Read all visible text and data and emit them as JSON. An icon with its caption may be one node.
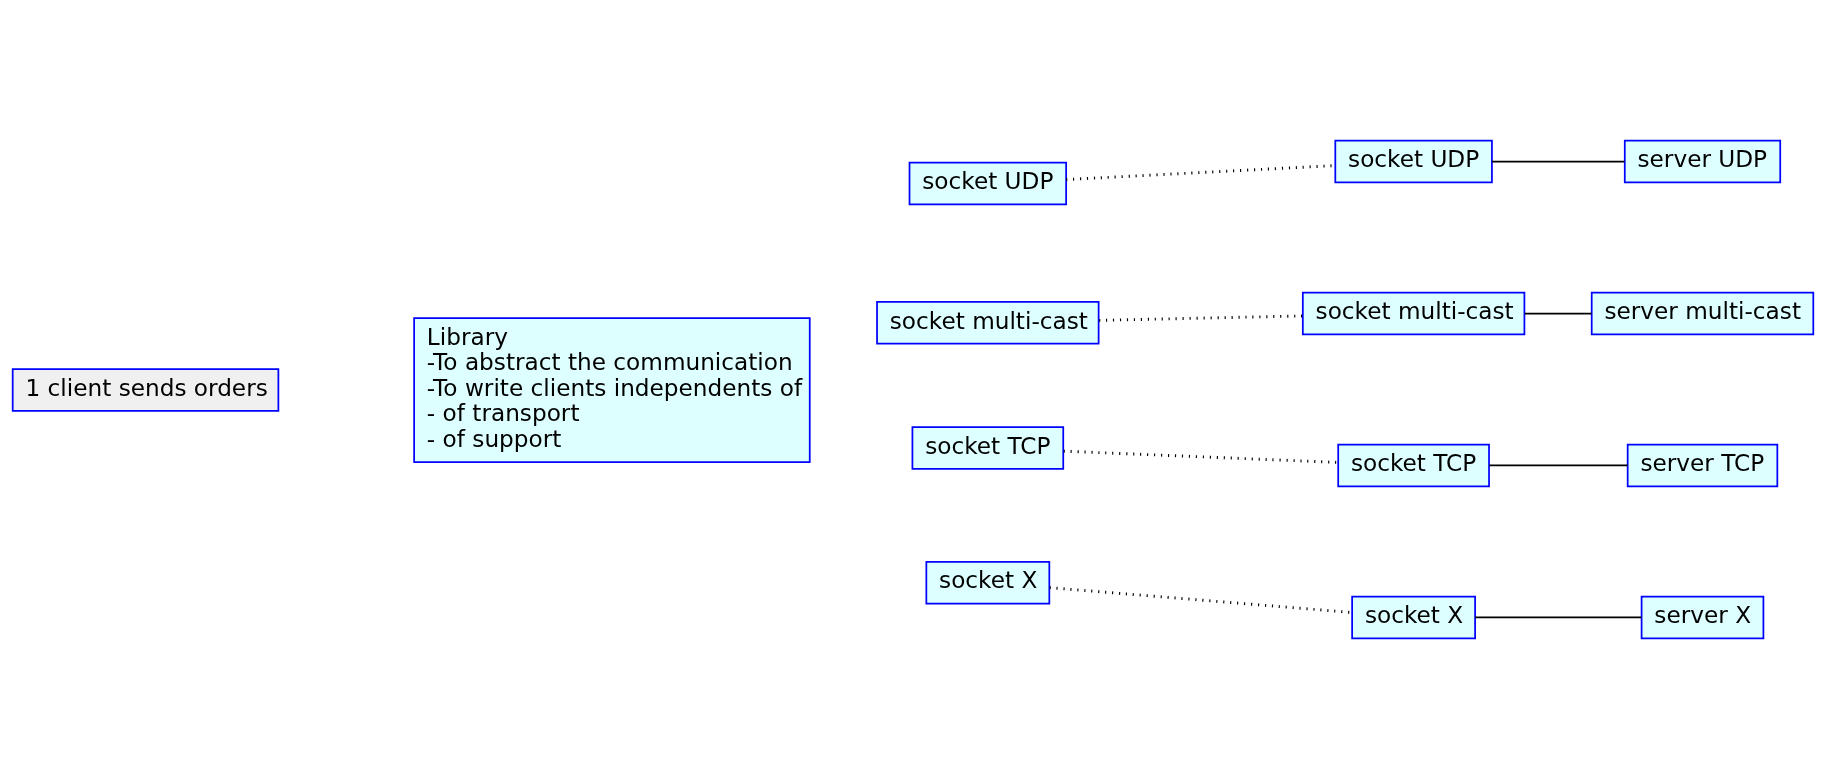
{
  "diagram": {
    "nodes": [
      {
        "text": [
          "1 client sends orders"
        ]
      },
      {
        "text": [
          "Library",
          "-To abstract the communication",
          "-To write clients independents of",
          "- of transport",
          "- of support"
        ]
      },
      {
        "text": [
          "socket UDP"
        ]
      },
      {
        "text": [
          "socket UDP"
        ]
      },
      {
        "text": [
          "server UDP"
        ]
      },
      {
        "text": [
          "socket multi-cast"
        ]
      },
      {
        "text": [
          "socket multi-cast"
        ]
      },
      {
        "text": [
          "server multi-cast"
        ]
      },
      {
        "text": [
          "socket TCP"
        ]
      },
      {
        "text": [
          "socket TCP"
        ]
      },
      {
        "text": [
          "server TCP"
        ]
      },
      {
        "text": [
          "socket X"
        ]
      },
      {
        "text": [
          "socket X"
        ]
      },
      {
        "text": [
          "server X"
        ]
      }
    ],
    "edges": [
      {
        "from": 2,
        "to": 3,
        "arrow": "none",
        "style": "dashed"
      },
      {
        "from": 3,
        "to": 4,
        "arrow": "none"
      },
      {
        "from": 5,
        "to": 6,
        "arrow": "none",
        "style": "dashed"
      },
      {
        "from": 6,
        "to": 7,
        "arrow": "none"
      },
      {
        "from": 8,
        "to": 9,
        "arrow": "none",
        "style": "dashed"
      },
      {
        "from": 9,
        "to": 10,
        "arrow": "none"
      },
      {
        "from": 11,
        "to": 12,
        "arrow": "none",
        "style": "dashed"
      },
      {
        "from": 12,
        "to": 13,
        "arrow": "none"
      }
    ]
  }
}
